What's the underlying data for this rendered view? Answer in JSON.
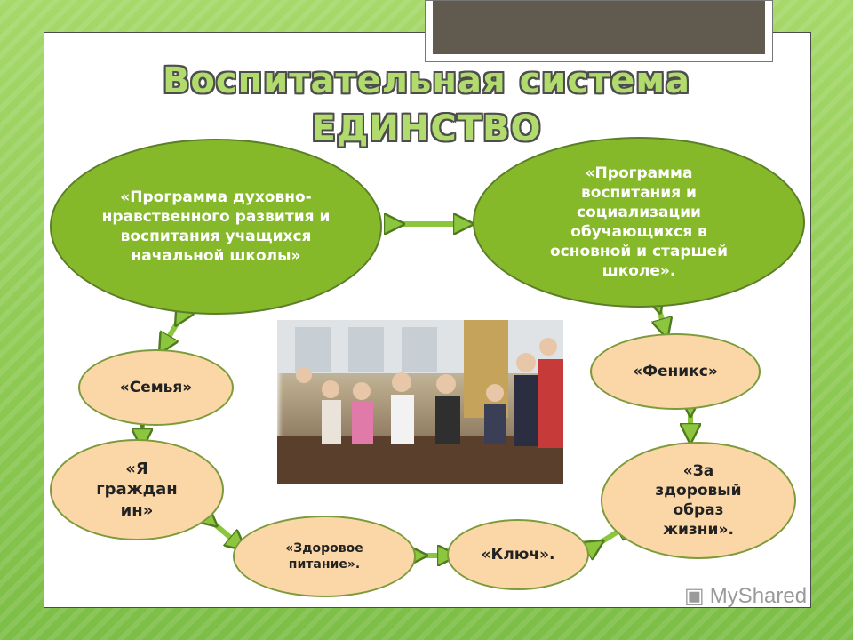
{
  "title": {
    "line1": "Воспитательная система",
    "line2": "ЕДИНСТВО"
  },
  "bubbles": {
    "program_primary": "«Программа духовно-нравственного развития и воспитания учащихся начальной школы»",
    "program_secondary": "«Программа воспитания и социализации обучающихся в основной и старшей школе».",
    "family": "«Семья»",
    "citizen": "«Я граждан ин»",
    "healthy_food": "«Здоровое питание».",
    "key": "«Ключ».",
    "healthy_life": "«За здоровый образ жизни».",
    "phoenix": "«Феникс»"
  },
  "watermark": {
    "text": "MyShared"
  },
  "colors": {
    "bubble_green": "#85b92a",
    "bubble_peach": "#fbd7a8",
    "arrow_green": "#8cc63f",
    "title_fill": "#b1dc6d"
  }
}
